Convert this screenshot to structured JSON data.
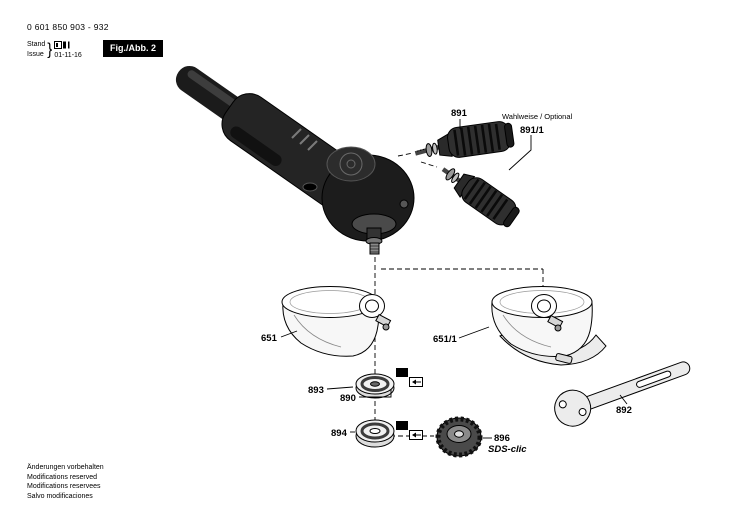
{
  "colors": {
    "ink": "#000000",
    "paper": "#ffffff",
    "badge_bg": "#000000",
    "badge_fg": "#ffffff"
  },
  "header": {
    "part_number": "0 601 850 903 - 932",
    "stand_label": "Stand",
    "issue_label": "Issue",
    "brace": "}",
    "issue_date": "01-11-16",
    "fig_label": "Fig./Abb. 2"
  },
  "diagram": {
    "parts": {
      "handle": "891",
      "optional_note": "Wahlweise / Optional",
      "handle_optional": "891/1",
      "guard": "651",
      "guard_optional": "651/1",
      "backing_flange": "893",
      "fastening_set": "890",
      "clamping_flange": "894",
      "clamping_nut": "896",
      "clamping_nut_type": "SDS-clic",
      "pin_wrench": "892"
    }
  },
  "footer": {
    "lines": [
      "Änderungen vorbehalten",
      "Modifications reserved",
      "Modifications reservees",
      "Salvo modificaciones"
    ]
  }
}
